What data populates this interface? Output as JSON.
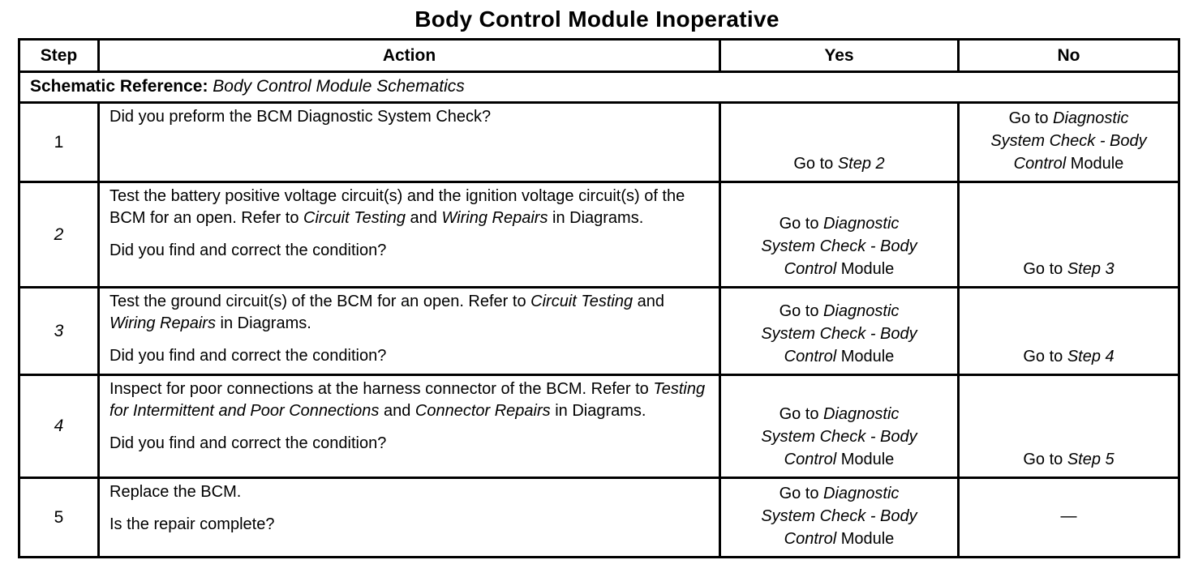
{
  "title": "Body Control Module Inoperative",
  "table": {
    "headers": {
      "step": "Step",
      "action": "Action",
      "yes": "Yes",
      "no": "No"
    },
    "schematic_reference": {
      "label": "Schematic Reference:",
      "value": "Body Control Module Schematics"
    },
    "rows": [
      {
        "step": [
          {
            "t": "1"
          }
        ],
        "action": [
          [
            {
              "t": "Did you preform the BCM Diagnostic System Check?"
            }
          ]
        ],
        "yes": [
          {
            "t": "Go to "
          },
          {
            "t": "Step 2",
            "i": true
          }
        ],
        "no": [
          {
            "t": "Go to "
          },
          {
            "t": "Diagnostic",
            "i": true
          },
          {
            "br": true
          },
          {
            "t": "System Check - Body",
            "i": true
          },
          {
            "br": true
          },
          {
            "t": "Control",
            "i": true
          },
          {
            "t": " Module"
          }
        ]
      },
      {
        "step": [
          {
            "t": "2",
            "i": true
          }
        ],
        "action": [
          [
            {
              "t": "Test the battery positive voltage circuit(s) and the ignition voltage circuit(s) of the BCM for an open. Refer to "
            },
            {
              "t": "Circuit Testing",
              "i": true
            },
            {
              "t": " and "
            },
            {
              "t": "Wiring Repairs",
              "i": true
            },
            {
              "t": " in Diagrams."
            }
          ],
          [
            {
              "t": "Did you find and correct the condition?"
            }
          ]
        ],
        "yes": [
          {
            "t": "Go to "
          },
          {
            "t": "Diagnostic",
            "i": true
          },
          {
            "br": true
          },
          {
            "t": "System Check - Body",
            "i": true
          },
          {
            "br": true
          },
          {
            "t": "Control",
            "i": true
          },
          {
            "t": " Module"
          }
        ],
        "no": [
          {
            "t": "Go to "
          },
          {
            "t": "Step 3",
            "i": true
          }
        ]
      },
      {
        "step": [
          {
            "t": "3",
            "i": true
          }
        ],
        "action": [
          [
            {
              "t": "Test the ground circuit(s) of the BCM for an open. Refer to "
            },
            {
              "t": "Circuit Testing",
              "i": true
            },
            {
              "t": " and "
            },
            {
              "t": "Wiring Repairs",
              "i": true
            },
            {
              "t": " in Diagrams."
            }
          ],
          [
            {
              "t": "Did you find and correct the condition?"
            }
          ]
        ],
        "yes": [
          {
            "t": "Go to "
          },
          {
            "t": "Diagnostic",
            "i": true
          },
          {
            "br": true
          },
          {
            "t": "System Check - Body",
            "i": true
          },
          {
            "br": true
          },
          {
            "t": "Control",
            "i": true
          },
          {
            "t": " Module"
          }
        ],
        "no": [
          {
            "t": "Go to "
          },
          {
            "t": "Step 4",
            "i": true
          }
        ]
      },
      {
        "step": [
          {
            "t": "4",
            "i": true
          }
        ],
        "action": [
          [
            {
              "t": "Inspect for poor connections at the harness connector of the BCM. Refer to "
            },
            {
              "t": "Testing for Intermittent and Poor Connections",
              "i": true
            },
            {
              "t": " and "
            },
            {
              "t": "Connector Repairs",
              "i": true
            },
            {
              "t": " in Diagrams."
            }
          ],
          [
            {
              "t": "Did you find and correct the condition?"
            }
          ]
        ],
        "yes": [
          {
            "t": "Go to "
          },
          {
            "t": "Diagnostic",
            "i": true
          },
          {
            "br": true
          },
          {
            "t": "System Check - Body",
            "i": true
          },
          {
            "br": true
          },
          {
            "t": "Control",
            "i": true
          },
          {
            "t": " Module"
          }
        ],
        "no": [
          {
            "t": "Go to "
          },
          {
            "t": "Step 5",
            "i": true
          }
        ]
      },
      {
        "step": [
          {
            "t": "5"
          }
        ],
        "action": [
          [
            {
              "t": "Replace the BCM."
            }
          ],
          [
            {
              "t": "Is the repair complete?"
            }
          ]
        ],
        "yes": [
          {
            "t": "Go to "
          },
          {
            "t": "Diagnostic",
            "i": true
          },
          {
            "br": true
          },
          {
            "t": "System Check - Body",
            "i": true
          },
          {
            "br": true
          },
          {
            "t": "Control",
            "i": true
          },
          {
            "t": " Module"
          }
        ],
        "no": [
          {
            "t": "—"
          }
        ]
      }
    ]
  }
}
